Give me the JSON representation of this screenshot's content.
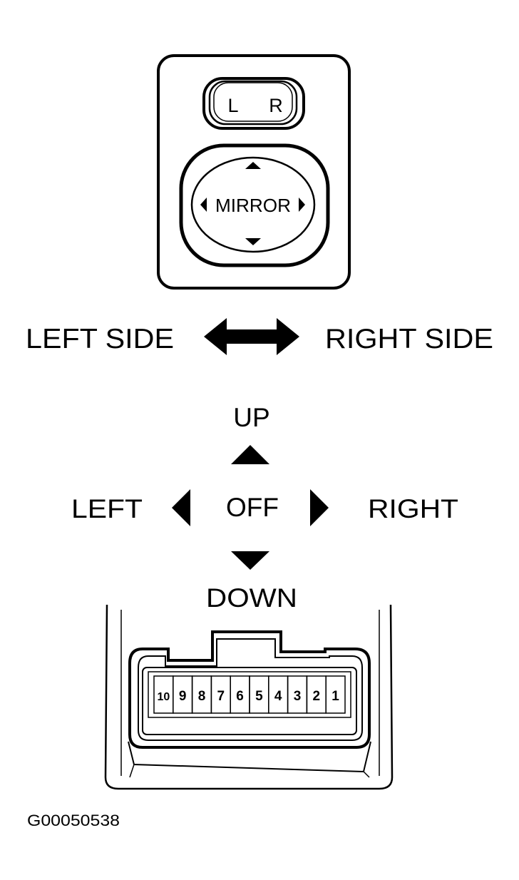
{
  "switch": {
    "selector": {
      "left_label": "L",
      "right_label": "R"
    },
    "pad_label": "MIRROR"
  },
  "side_selection": {
    "left_label": "LEFT SIDE",
    "right_label": "RIGHT SIDE"
  },
  "directions": {
    "up": "UP",
    "down": "DOWN",
    "left": "LEFT",
    "right": "RIGHT",
    "center": "OFF"
  },
  "connector": {
    "terminals": [
      "10",
      "9",
      "8",
      "7",
      "6",
      "5",
      "4",
      "3",
      "2",
      "1"
    ]
  },
  "figure_id": "G00050538"
}
